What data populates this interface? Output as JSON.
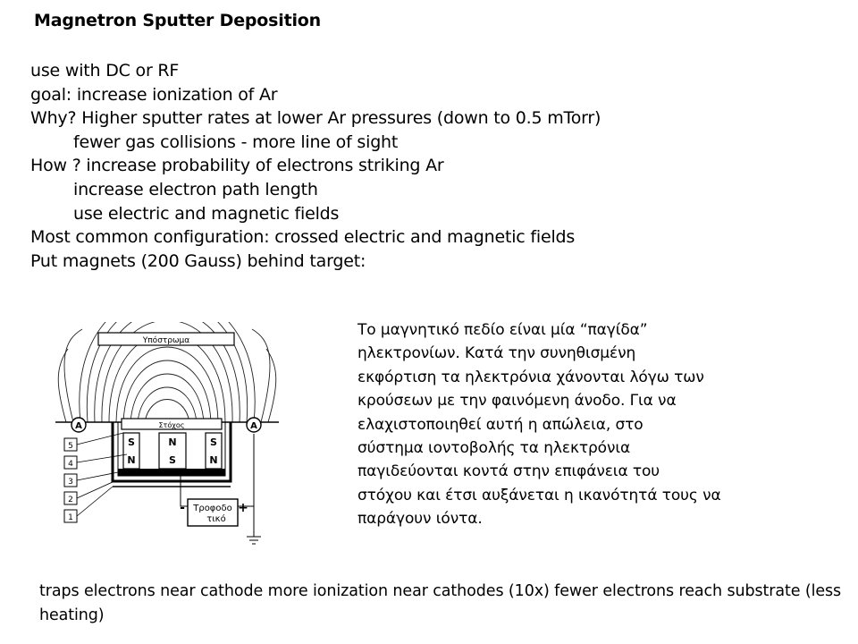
{
  "slide": {
    "title": "Magnetron Sputter Deposition",
    "lines": [
      {
        "text": "use with DC or RF",
        "indent": false
      },
      {
        "text": "goal: increase ionization of Ar",
        "indent": false
      },
      {
        "text": "Why? Higher sputter rates at lower Ar pressures (down to 0.5 mTorr)",
        "indent": false
      },
      {
        "text": "fewer gas collisions - more line of sight",
        "indent": true
      },
      {
        "text": "How ? increase probability of electrons striking Ar",
        "indent": false
      },
      {
        "text": "increase electron path length",
        "indent": true
      },
      {
        "text": "use electric and magnetic fields",
        "indent": true
      },
      {
        "text": "Most common configuration: crossed electric and magnetic fields",
        "indent": false
      },
      {
        "text": "Put magnets (200 Gauss) behind target:",
        "indent": false
      }
    ],
    "figure": {
      "substrate_label": "Υπόστρωμα",
      "target_label": "Στόχος",
      "power_label_1": "Τροφοδο",
      "power_label_2": "τικό",
      "minus": "-",
      "plus": "+",
      "ammeter": "A",
      "magnet_n": "N",
      "magnet_s": "S",
      "numbers": [
        "5",
        "4",
        "3",
        "2",
        "1"
      ]
    },
    "greek_lines": [
      "Το μαγνητικό πεδίο είναι μία “παγίδα”",
      "ηλεκτρονίων. Κατά την συνηθισμένη",
      "εκφόρτιση τα ηλεκτρόνια χάνονται λόγω των",
      "κρούσεων με την φαινόμενη άνοδο. Για να",
      "ελαχιστοποιηθεί αυτή η απώλεια, στο",
      "σύστημα ιοντοβολής τα ηλεκτρόνια",
      "παγιδεύονται κοντά στην επιφάνεια του",
      "στόχου και έτσι αυξάνεται η ικανότητά τους να",
      "παράγουν ιόντα."
    ],
    "footer": "traps electrons near cathode more ionization near cathodes (10x)  fewer electrons reach substrate (less heating)"
  }
}
